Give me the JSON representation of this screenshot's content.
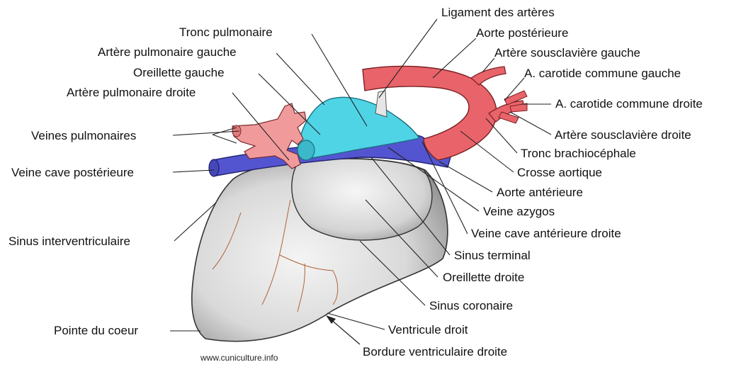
{
  "labels": {
    "ligament_arteres": "Ligament des artères",
    "tronc_pulmonaire": "Tronc pulmonaire",
    "aorte_posterieure": "Aorte postérieure",
    "artere_pulmonaire_gauche": "Artère pulmonaire gauche",
    "artere_sousclaviere_gauche": "Artère sousclavière gauche",
    "oreillette_gauche": "Oreillette gauche",
    "carotide_gauche": "A. carotide commune gauche",
    "artere_pulmonaire_droite": "Artère pulmonaire droite",
    "carotide_droite": "A. carotide commune droite",
    "veines_pulmonaires": "Veines pulmonaires",
    "artere_sousclaviere_droite": "Artère sousclavière droite",
    "tronc_brachiocephale": "Tronc brachiocéphale",
    "veine_cave_posterieure": "Veine cave postérieure",
    "crosse_aortique": "Crosse aortique",
    "aorte_anterieure": "Aorte antérieure",
    "veine_azygos": "Veine azygos",
    "sinus_interventriculaire": "Sinus interventriculaire",
    "veine_cave_anterieure_droite": "Veine cave antérieure droite",
    "sinus_terminal": "Sinus terminal",
    "oreillette_droite": "Oreillette droite",
    "sinus_coronaire": "Sinus coronaire",
    "pointe_du_coeur": "Pointe  du coeur",
    "ventricule_droit": "Ventricule droit",
    "bordure_ventriculaire_droite": "Bordure ventriculaire droite"
  },
  "credit": "www.cuniculture.info",
  "colors": {
    "artery": "#e8646a",
    "pulmonary_trunk": "#4fd4e6",
    "vena_cava": "#5355d0",
    "pulmonary_veins": "#f09a9c",
    "heart": "#dcdcdc"
  }
}
